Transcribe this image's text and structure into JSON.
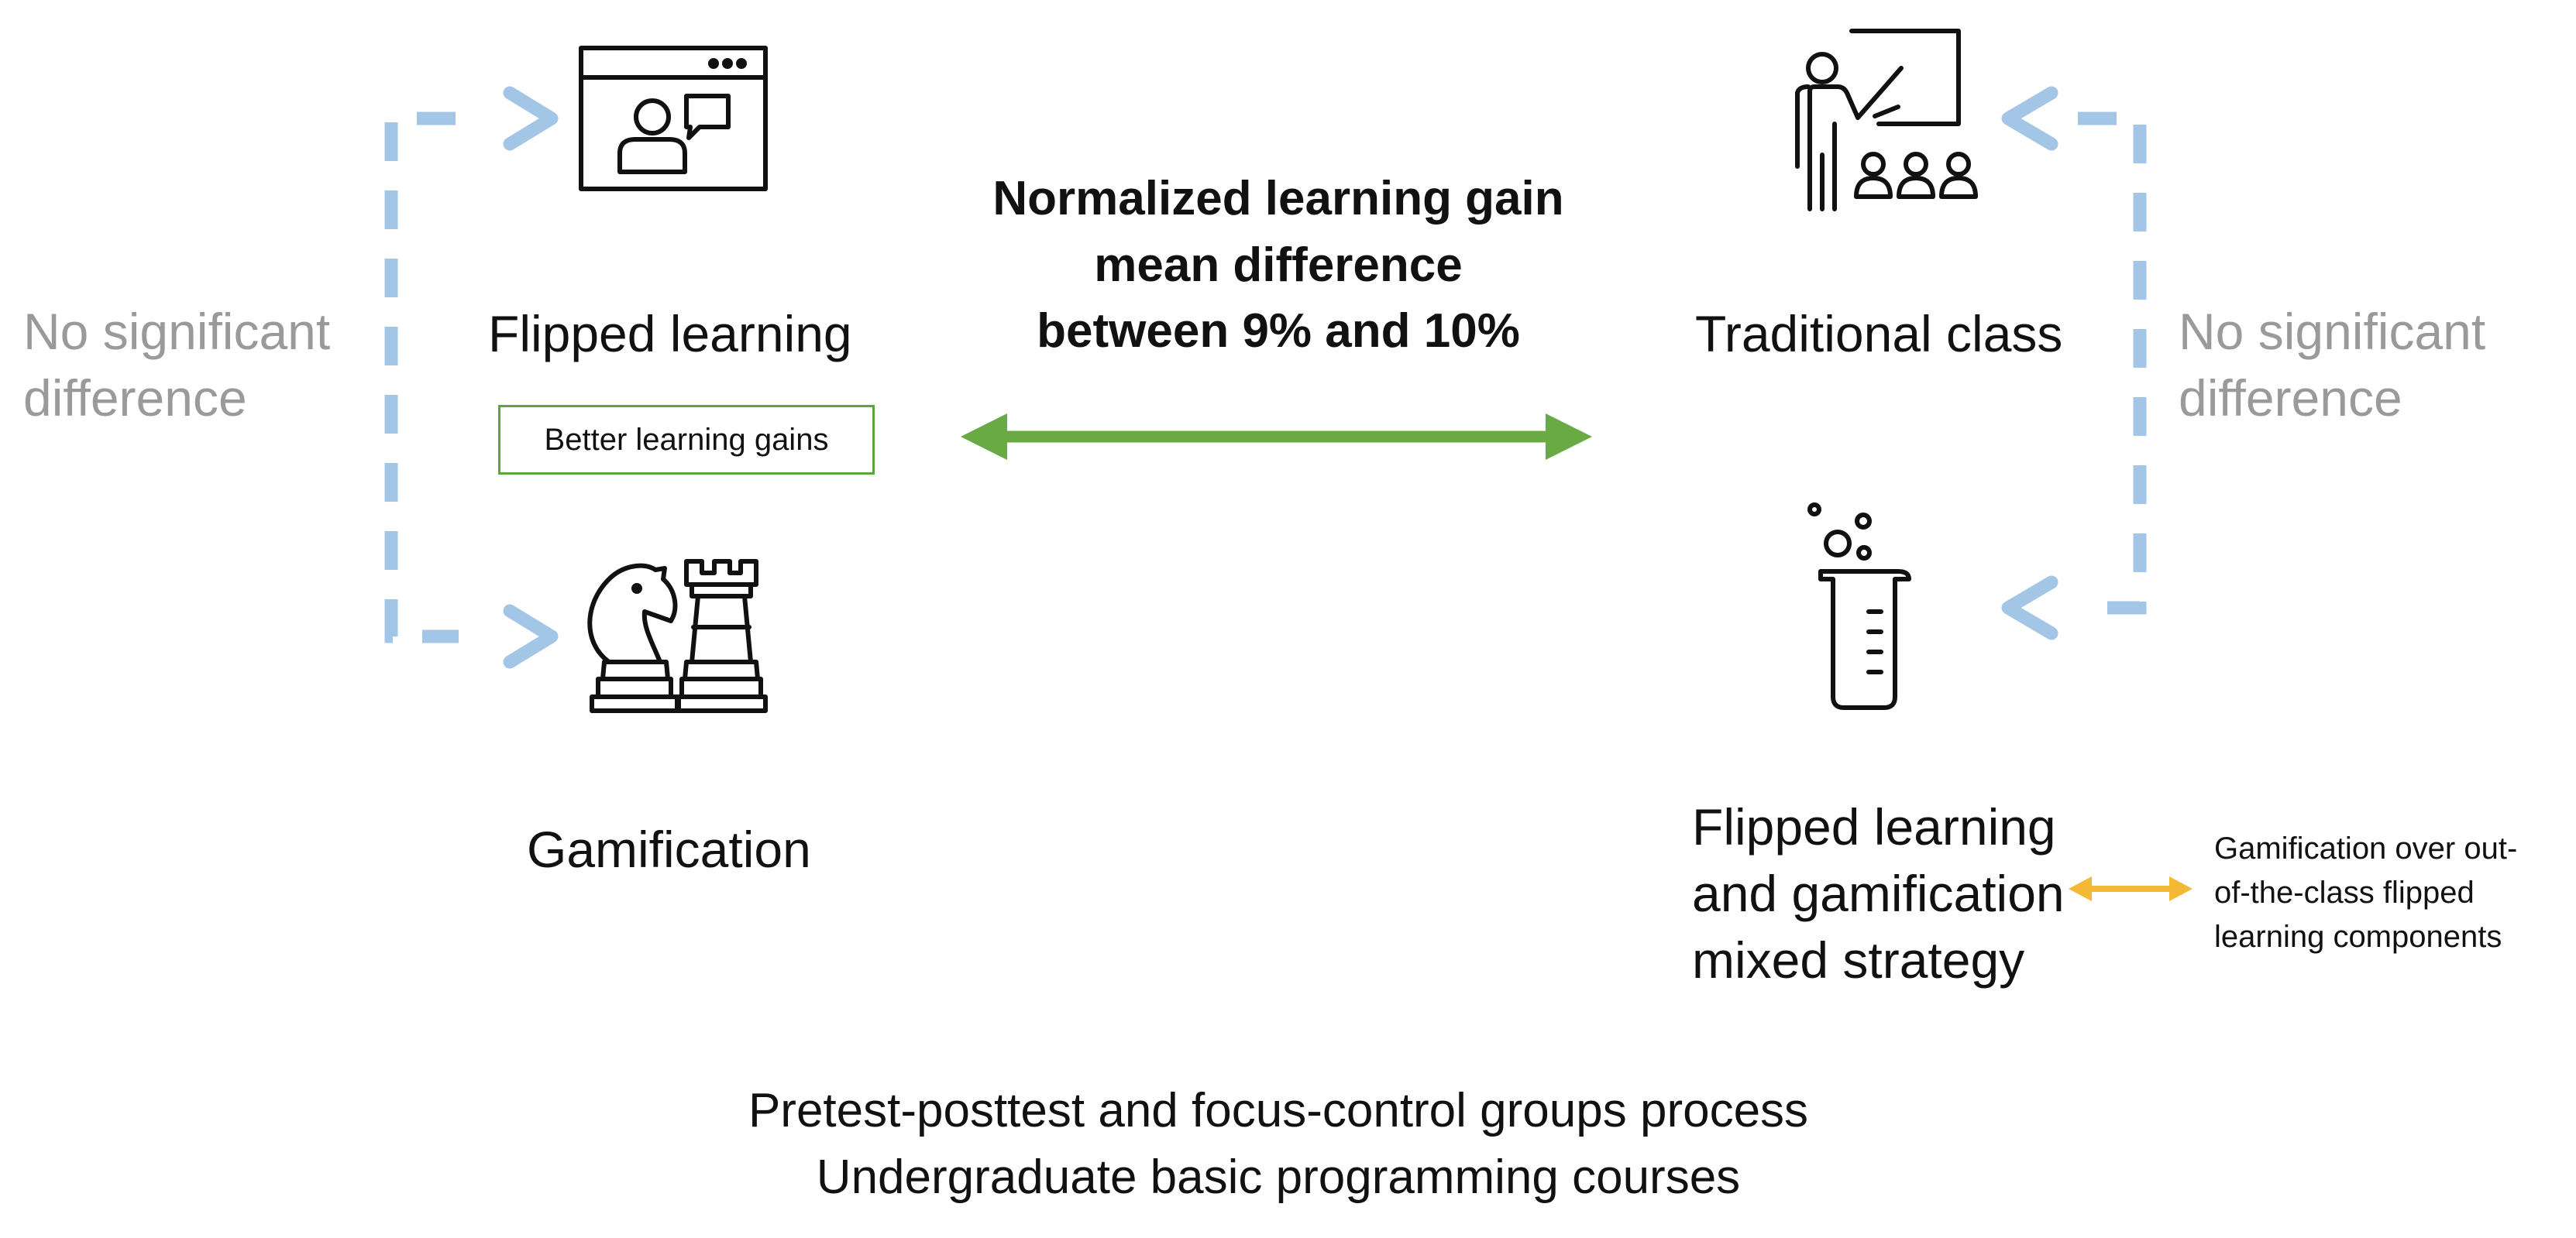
{
  "colors": {
    "dashed_arrow": "#a4c6e6",
    "green_arrow": "#6aaa45",
    "orange_arrow": "#f3b834",
    "box_border": "#5aa53c",
    "grey_text": "#9a9a9a"
  },
  "flipped_learning": {
    "label": "Flipped learning",
    "note": "Better learning gains",
    "icon": "video-call-icon"
  },
  "gamification": {
    "label": "Gamification",
    "icon": "chess-pieces-icon"
  },
  "traditional_class": {
    "label": "Traditional class",
    "icon": "teacher-presentation-icon"
  },
  "mixed_strategy": {
    "label_lines": [
      "Flipped learning",
      "and gamification",
      "mixed strategy"
    ],
    "icon": "beaker-icon",
    "note_lines": [
      "Gamification over out-",
      "of-the-class flipped",
      "learning components"
    ]
  },
  "left_comparison": {
    "lines": [
      "No significant",
      "difference"
    ]
  },
  "right_comparison": {
    "lines": [
      "No significant",
      "difference"
    ]
  },
  "center_result": {
    "lines": [
      "Normalized learning gain",
      "mean difference",
      "between 9% and 10%"
    ]
  },
  "footer": {
    "lines": [
      "Pretest-posttest and focus-control groups process",
      "Undergraduate basic programming courses"
    ]
  }
}
